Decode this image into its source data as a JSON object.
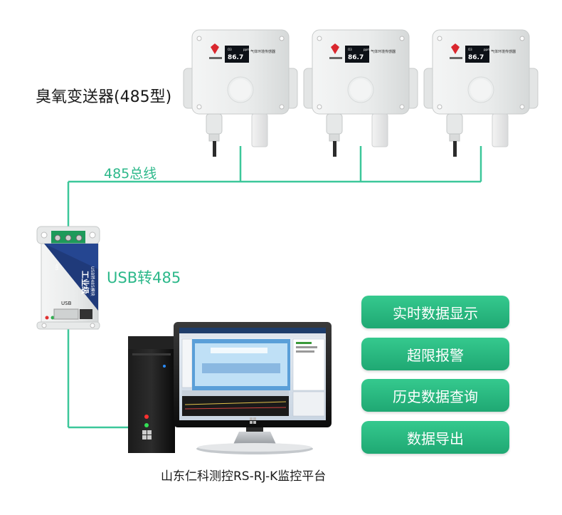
{
  "title": "臭氧变送器(485型)",
  "bus_label": "485总线",
  "converter_label": "USB转485",
  "caption": "山东仁科测控RS-RJ-K监控平台",
  "features": [
    "实时数据显示",
    "超限报警",
    "历史数据查询",
    "数据导出"
  ],
  "sensor": {
    "reading": "86.7",
    "unit": "ppm",
    "header_text": "气体环境传感器"
  },
  "converter": {
    "side_text": "工业级",
    "side_text2": "USB转485模块",
    "port_label": "USB",
    "small_label": "485"
  },
  "colors": {
    "accent": "#2cb88a",
    "button": "#25b07b",
    "device_body": "#eef0f0"
  }
}
